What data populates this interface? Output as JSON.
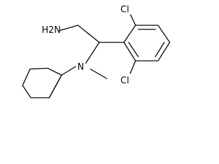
{
  "molecule": {
    "labels": {
      "amine": "H2N",
      "nitrogen": "N",
      "chloro_top": "Cl",
      "chloro_bottom": "Cl"
    }
  }
}
